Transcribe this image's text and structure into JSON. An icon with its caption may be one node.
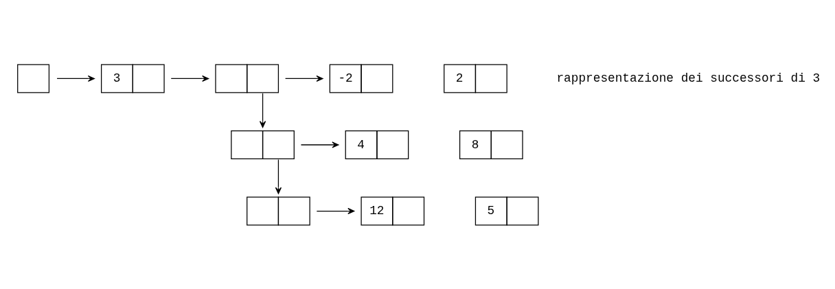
{
  "diagram": {
    "nodes": [
      {
        "text": [],
        "shape": "box"
      },
      {
        "text": [
          "3"
        ]
      },
      {
        "text": [],
        "shape": "box"
      },
      {
        "text": [
          "-2"
        ]
      },
      {
        "text": [],
        "shape": "box"
      },
      {
        "text": [
          "4"
        ]
      },
      {
        "text": [],
        "shape": "box"
      },
      {
        "text": [
          "12"
        ]
      },
      {
        "text": [
          "2"
        ]
      },
      {
        "text": [
          "8"
        ]
      },
      {
        "text": [
          "5"
        ]
      }
    ],
    "edges": [
      {
        "from": 0,
        "to": 1,
        "arrow": "to"
      },
      {
        "from": 1,
        "to": 2,
        "arrow": "to"
      },
      {
        "from": 2,
        "to": 3,
        "arrow": "to"
      },
      {
        "from": 2,
        "to": 4,
        "arrow": "to"
      },
      {
        "from": 4,
        "to": 5,
        "arrow": "to"
      },
      {
        "from": 4,
        "to": 6,
        "arrow": "to"
      },
      {
        "from": 6,
        "to": 7,
        "arrow": "to"
      }
    ],
    "labels": [
      "rappresentazione dei successori di 3"
    ]
  }
}
